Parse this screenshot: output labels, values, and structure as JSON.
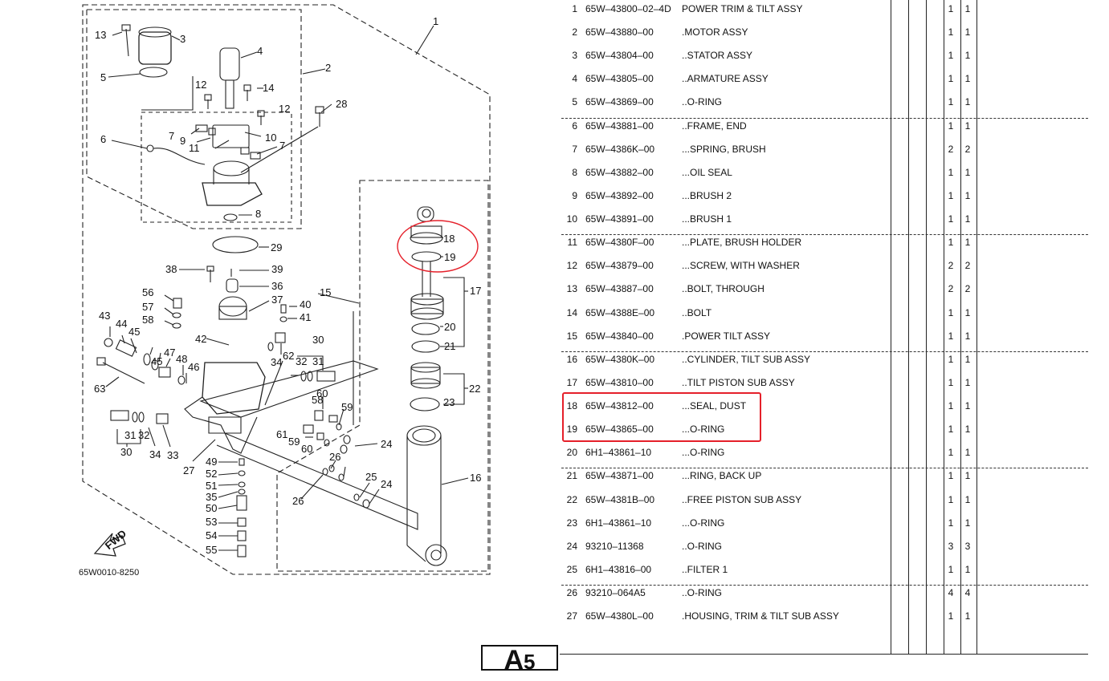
{
  "diagram": {
    "code": "65W0010-8250",
    "fwd_label": "FWD",
    "callouts": [
      "1",
      "2",
      "3",
      "4",
      "5",
      "6",
      "7",
      "7",
      "8",
      "9",
      "10",
      "11",
      "12",
      "12",
      "13",
      "14",
      "15",
      "16",
      "17",
      "18",
      "19",
      "20",
      "21",
      "22",
      "23",
      "24",
      "24",
      "25",
      "26",
      "26",
      "27",
      "28",
      "29",
      "30",
      "30",
      "31",
      "31",
      "32",
      "32",
      "33",
      "34",
      "34",
      "35",
      "36",
      "37",
      "38",
      "39",
      "40",
      "41",
      "42",
      "43",
      "44",
      "45",
      "45",
      "46",
      "47",
      "48",
      "49",
      "50",
      "51",
      "52",
      "53",
      "54",
      "55",
      "56",
      "57",
      "58",
      "58",
      "59",
      "59",
      "60",
      "60",
      "61",
      "62",
      "63"
    ]
  },
  "parts": [
    {
      "no": "1",
      "part": "65W–43800–02–4D",
      "desc": "POWER TRIM & TILT ASSY",
      "q1": "1",
      "q2": "1"
    },
    {
      "no": "2",
      "part": "65W–43880–00",
      "desc": ".MOTOR ASSY",
      "q1": "1",
      "q2": "1"
    },
    {
      "no": "3",
      "part": "65W–43804–00",
      "desc": "..STATOR ASSY",
      "q1": "1",
      "q2": "1"
    },
    {
      "no": "4",
      "part": "65W–43805–00",
      "desc": "..ARMATURE ASSY",
      "q1": "1",
      "q2": "1"
    },
    {
      "no": "5",
      "part": "65W–43869–00",
      "desc": "..O-RING",
      "q1": "1",
      "q2": "1"
    },
    {
      "no": "6",
      "part": "65W–43881–00",
      "desc": "..FRAME, END",
      "q1": "1",
      "q2": "1"
    },
    {
      "no": "7",
      "part": "65W–4386K–00",
      "desc": "...SPRING, BRUSH",
      "q1": "2",
      "q2": "2"
    },
    {
      "no": "8",
      "part": "65W–43882–00",
      "desc": "...OIL SEAL",
      "q1": "1",
      "q2": "1"
    },
    {
      "no": "9",
      "part": "65W–43892–00",
      "desc": "...BRUSH 2",
      "q1": "1",
      "q2": "1"
    },
    {
      "no": "10",
      "part": "65W–43891–00",
      "desc": "...BRUSH 1",
      "q1": "1",
      "q2": "1"
    },
    {
      "no": "11",
      "part": "65W–4380F–00",
      "desc": "...PLATE, BRUSH HOLDER",
      "q1": "1",
      "q2": "1"
    },
    {
      "no": "12",
      "part": "65W–43879–00",
      "desc": "...SCREW, WITH WASHER",
      "q1": "2",
      "q2": "2"
    },
    {
      "no": "13",
      "part": "65W–43887–00",
      "desc": "..BOLT, THROUGH",
      "q1": "2",
      "q2": "2"
    },
    {
      "no": "14",
      "part": "65W–4388E–00",
      "desc": "..BOLT",
      "q1": "1",
      "q2": "1"
    },
    {
      "no": "15",
      "part": "65W–43840–00",
      "desc": ".POWER TILT ASSY",
      "q1": "1",
      "q2": "1"
    },
    {
      "no": "16",
      "part": "65W–4380K–00",
      "desc": "..CYLINDER, TILT SUB ASSY",
      "q1": "1",
      "q2": "1"
    },
    {
      "no": "17",
      "part": "65W–43810–00",
      "desc": "..TILT PISTON SUB ASSY",
      "q1": "1",
      "q2": "1"
    },
    {
      "no": "18",
      "part": "65W–43812–00",
      "desc": "...SEAL, DUST",
      "q1": "1",
      "q2": "1"
    },
    {
      "no": "19",
      "part": "65W–43865–00",
      "desc": "...O-RING",
      "q1": "1",
      "q2": "1"
    },
    {
      "no": "20",
      "part": "6H1–43861–10",
      "desc": "...O-RING",
      "q1": "1",
      "q2": "1"
    },
    {
      "no": "21",
      "part": "65W–43871–00",
      "desc": "...RING, BACK UP",
      "q1": "1",
      "q2": "1"
    },
    {
      "no": "22",
      "part": "65W–4381B–00",
      "desc": "..FREE PISTON SUB ASSY",
      "q1": "1",
      "q2": "1"
    },
    {
      "no": "23",
      "part": "6H1–43861–10",
      "desc": "...O-RING",
      "q1": "1",
      "q2": "1"
    },
    {
      "no": "24",
      "part": "93210–11368",
      "desc": "..O-RING",
      "q1": "3",
      "q2": "3"
    },
    {
      "no": "25",
      "part": "6H1–43816–00",
      "desc": "..FILTER 1",
      "q1": "1",
      "q2": "1"
    },
    {
      "no": "26",
      "part": "93210–064A5",
      "desc": "..O-RING",
      "q1": "4",
      "q2": "4"
    },
    {
      "no": "27",
      "part": "65W–4380L–00",
      "desc": ".HOUSING, TRIM & TILT SUB ASSY",
      "q1": "1",
      "q2": "1"
    }
  ],
  "page_label": {
    "letter": "A",
    "number": "5"
  },
  "highlight_color": "#e5202a"
}
